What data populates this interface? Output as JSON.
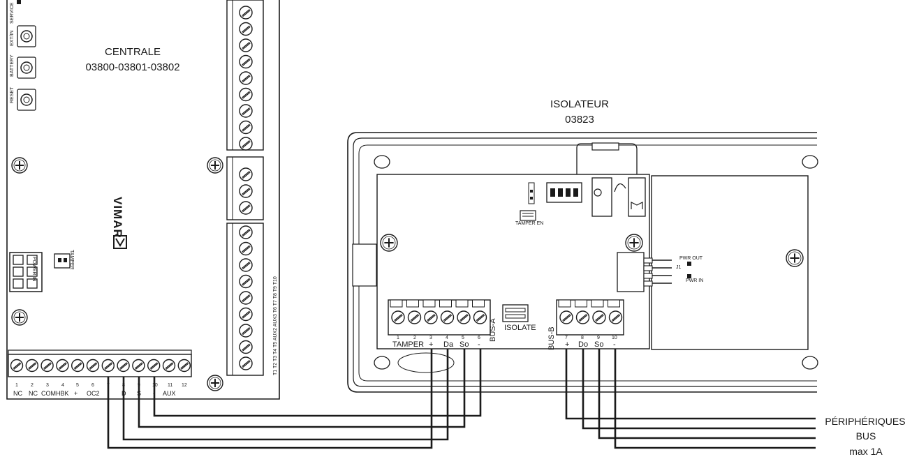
{
  "centrale": {
    "title": "CENTRALE",
    "models": "03800-03801-03802",
    "brand": "VIMAR",
    "buttons": [
      "SERVICE",
      "EXT/IN",
      "BATTERY",
      "RESET"
    ],
    "bottom_terminals": {
      "numbers": [
        "1",
        "2",
        "3",
        "4",
        "5",
        "6",
        "7",
        "8",
        "9",
        "10",
        "11",
        "12"
      ],
      "labels": [
        "NC",
        "NC",
        "COM",
        "HBK",
        "+",
        "OC2",
        "",
        "D",
        "S",
        "-",
        "AUX",
        ""
      ]
    },
    "connector_labels": [
      "POWER IN",
      "TAMPER"
    ],
    "right_terminal_labels": [
      "T1",
      "T2",
      "T3",
      "T4",
      "T5",
      "AUX2",
      "AUX3",
      "T6",
      "T7",
      "T8",
      "T9",
      "T10"
    ]
  },
  "isolateur": {
    "title": "ISOLATEUR",
    "model": "03823",
    "tamper_label": "TAMPER EN",
    "isolate_label": "ISOLATE",
    "pwr_out": "PWR OUT",
    "pwr_in": "PWR IN",
    "j1": "J1",
    "bus_a": {
      "label": "BUS-A",
      "numbers": [
        "1",
        "2",
        "3",
        "4",
        "5",
        "6"
      ],
      "labels": [
        "TAMPER",
        "+",
        "Da",
        "So",
        "-"
      ]
    },
    "bus_b": {
      "label": "BUS-B",
      "numbers": [
        "7",
        "8",
        "9",
        "10"
      ],
      "labels": [
        "+",
        "Do",
        "So",
        "-"
      ]
    }
  },
  "output": {
    "line1": "PÉRIPHÉRIQUES",
    "line2": "BUS",
    "line3": "max 1A"
  }
}
